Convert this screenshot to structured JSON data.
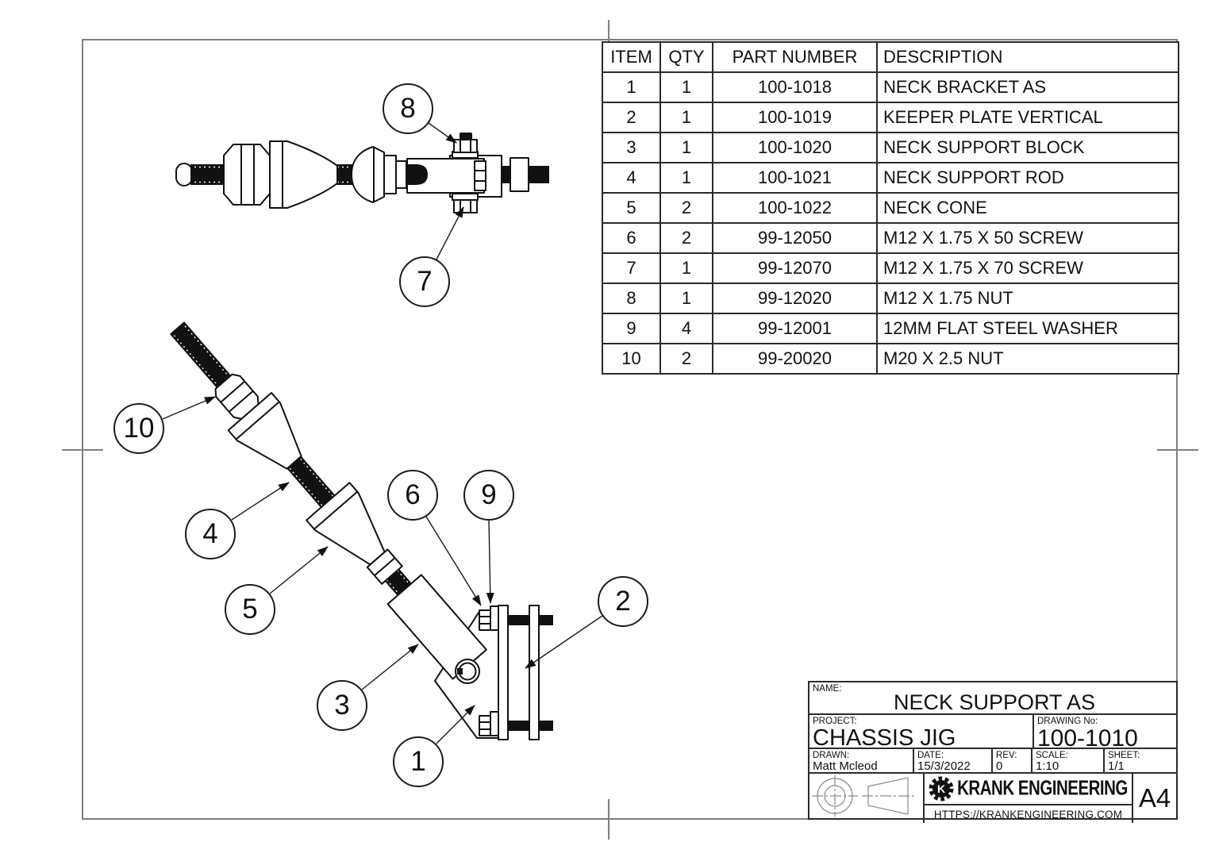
{
  "drawing": {
    "paper_size": "A4",
    "company": "KRANK ENGINEERING",
    "company_logo_letter": "K",
    "website": "HTTPS://KRANKENGINEERING.COM"
  },
  "bom_table": {
    "headers": {
      "item": "ITEM",
      "qty": "QTY",
      "part_number": "PART NUMBER",
      "description": "DESCRIPTION"
    },
    "rows": [
      {
        "item": "1",
        "qty": "1",
        "part_number": "100-1018",
        "description": "NECK BRACKET AS"
      },
      {
        "item": "2",
        "qty": "1",
        "part_number": "100-1019",
        "description": "KEEPER PLATE VERTICAL"
      },
      {
        "item": "3",
        "qty": "1",
        "part_number": "100-1020",
        "description": "NECK SUPPORT BLOCK"
      },
      {
        "item": "4",
        "qty": "1",
        "part_number": "100-1021",
        "description": "NECK SUPPORT ROD"
      },
      {
        "item": "5",
        "qty": "2",
        "part_number": "100-1022",
        "description": "NECK CONE"
      },
      {
        "item": "6",
        "qty": "2",
        "part_number": "99-12050",
        "description": "M12 X 1.75 X 50 SCREW"
      },
      {
        "item": "7",
        "qty": "1",
        "part_number": "99-12070",
        "description": "M12 X 1.75 X 70 SCREW"
      },
      {
        "item": "8",
        "qty": "1",
        "part_number": "99-12020",
        "description": "M12 X 1.75 NUT"
      },
      {
        "item": "9",
        "qty": "4",
        "part_number": "99-12001",
        "description": "12MM FLAT STEEL WASHER"
      },
      {
        "item": "10",
        "qty": "2",
        "part_number": "99-20020",
        "description": "M20 X 2.5 NUT"
      }
    ]
  },
  "balloons": {
    "b1": "1",
    "b2": "2",
    "b3": "3",
    "b4": "4",
    "b5": "5",
    "b6": "6",
    "b7": "7",
    "b8": "8",
    "b9": "9",
    "b10": "10"
  },
  "title_block": {
    "name_label": "NAME:",
    "name_value": "NECK SUPPORT AS",
    "project_label": "PROJECT:",
    "project_value": "CHASSIS JIG",
    "drawing_no_label": "DRAWING No:",
    "drawing_no_value": "100-1010",
    "drawn_label": "DRAWN:",
    "drawn_value": "Matt Mcleod",
    "date_label": "DATE:",
    "date_value": "15/3/2022",
    "rev_label": "REV:",
    "rev_value": "0",
    "scale_label": "SCALE:",
    "scale_value": "1:10",
    "sheet_label": "SHEET:",
    "sheet_value": "1/1"
  }
}
